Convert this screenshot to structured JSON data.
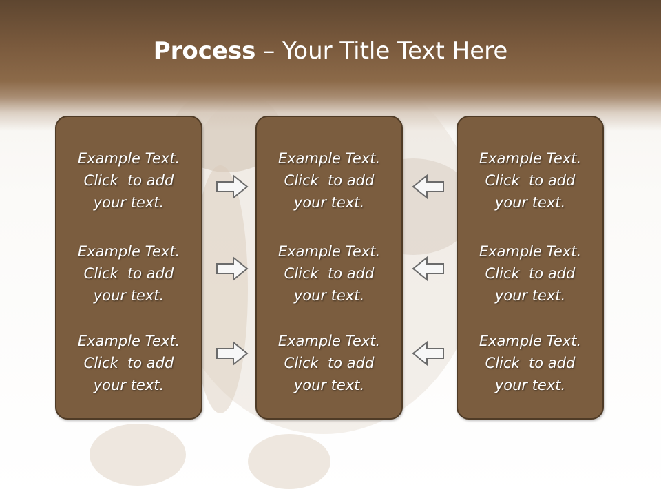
{
  "slide": {
    "title_bold": "Process",
    "title_rest": " – Your Title Text Here"
  },
  "panels": [
    {
      "id": "left",
      "items": [
        {
          "lines": [
            "Example Text.",
            "Click  to add",
            "your text."
          ]
        },
        {
          "lines": [
            "Example Text.",
            "Click  to add",
            "your text."
          ]
        },
        {
          "lines": [
            "Example Text.",
            "Click  to add",
            "your text."
          ]
        }
      ]
    },
    {
      "id": "center",
      "items": [
        {
          "lines": [
            "Example Text.",
            "Click  to add",
            "your text."
          ]
        },
        {
          "lines": [
            "Example Text.",
            "Click  to add",
            "your text."
          ]
        },
        {
          "lines": [
            "Example Text.",
            "Click  to add",
            "your text."
          ]
        }
      ]
    },
    {
      "id": "right",
      "items": [
        {
          "lines": [
            "Example Text.",
            "Click  to add",
            "your text."
          ]
        },
        {
          "lines": [
            "Example Text.",
            "Click  to add",
            "your text."
          ]
        },
        {
          "lines": [
            "Example Text.",
            "Click  to add",
            "your text."
          ]
        }
      ]
    }
  ],
  "arrows": {
    "left_column": [
      "arrow-right-icon",
      "arrow-right-icon",
      "arrow-right-icon"
    ],
    "right_column": [
      "arrow-left-icon",
      "arrow-left-icon",
      "arrow-left-icon"
    ]
  },
  "colors": {
    "header_dark": "#5e4630",
    "panel_fill": "#7b5d3f",
    "panel_border": "#4f3b26",
    "text": "#ffffff",
    "arrow_fill": "#f7f7f7",
    "arrow_stroke": "#6b6b6b"
  }
}
